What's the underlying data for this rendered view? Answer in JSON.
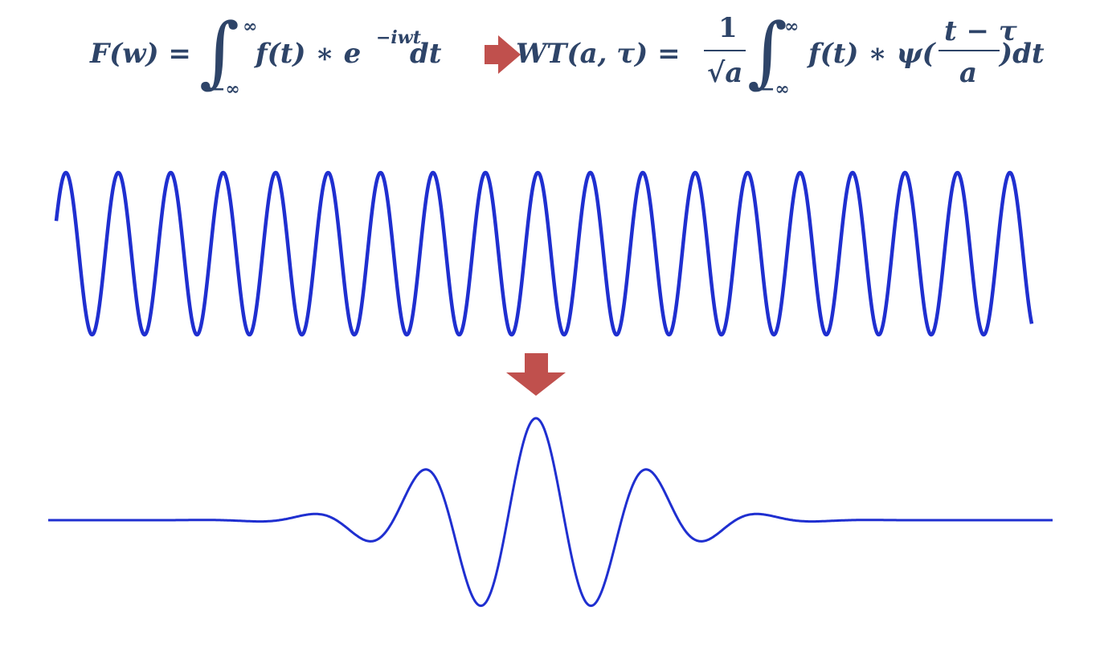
{
  "formula_fourier": {
    "lhs": "F(w) =",
    "upper_limit": "∞",
    "lower_limit": "−∞",
    "integrand": "f(t) ∗ e",
    "exponent": "−iwt",
    "differential": "dt"
  },
  "formula_wavelet": {
    "lhs": "WT(a, τ) =",
    "frac_num": "1",
    "frac_den": "√a",
    "upper_limit": "∞",
    "lower_limit": "−∞",
    "integrand": "f(t) ∗ ψ(",
    "inner_num": "t − τ",
    "inner_den": "a",
    "tail": ")dt"
  },
  "colors": {
    "formula": "#2e4468",
    "arrow": "#c0504d",
    "wave": "#1f2fd0"
  },
  "icons": {
    "right_arrow": "right-arrow-icon",
    "down_arrow": "down-arrow-icon"
  },
  "sine_wave": {
    "cycles": 18.6
  },
  "wavelet": {
    "visible_oscillations": 7
  }
}
